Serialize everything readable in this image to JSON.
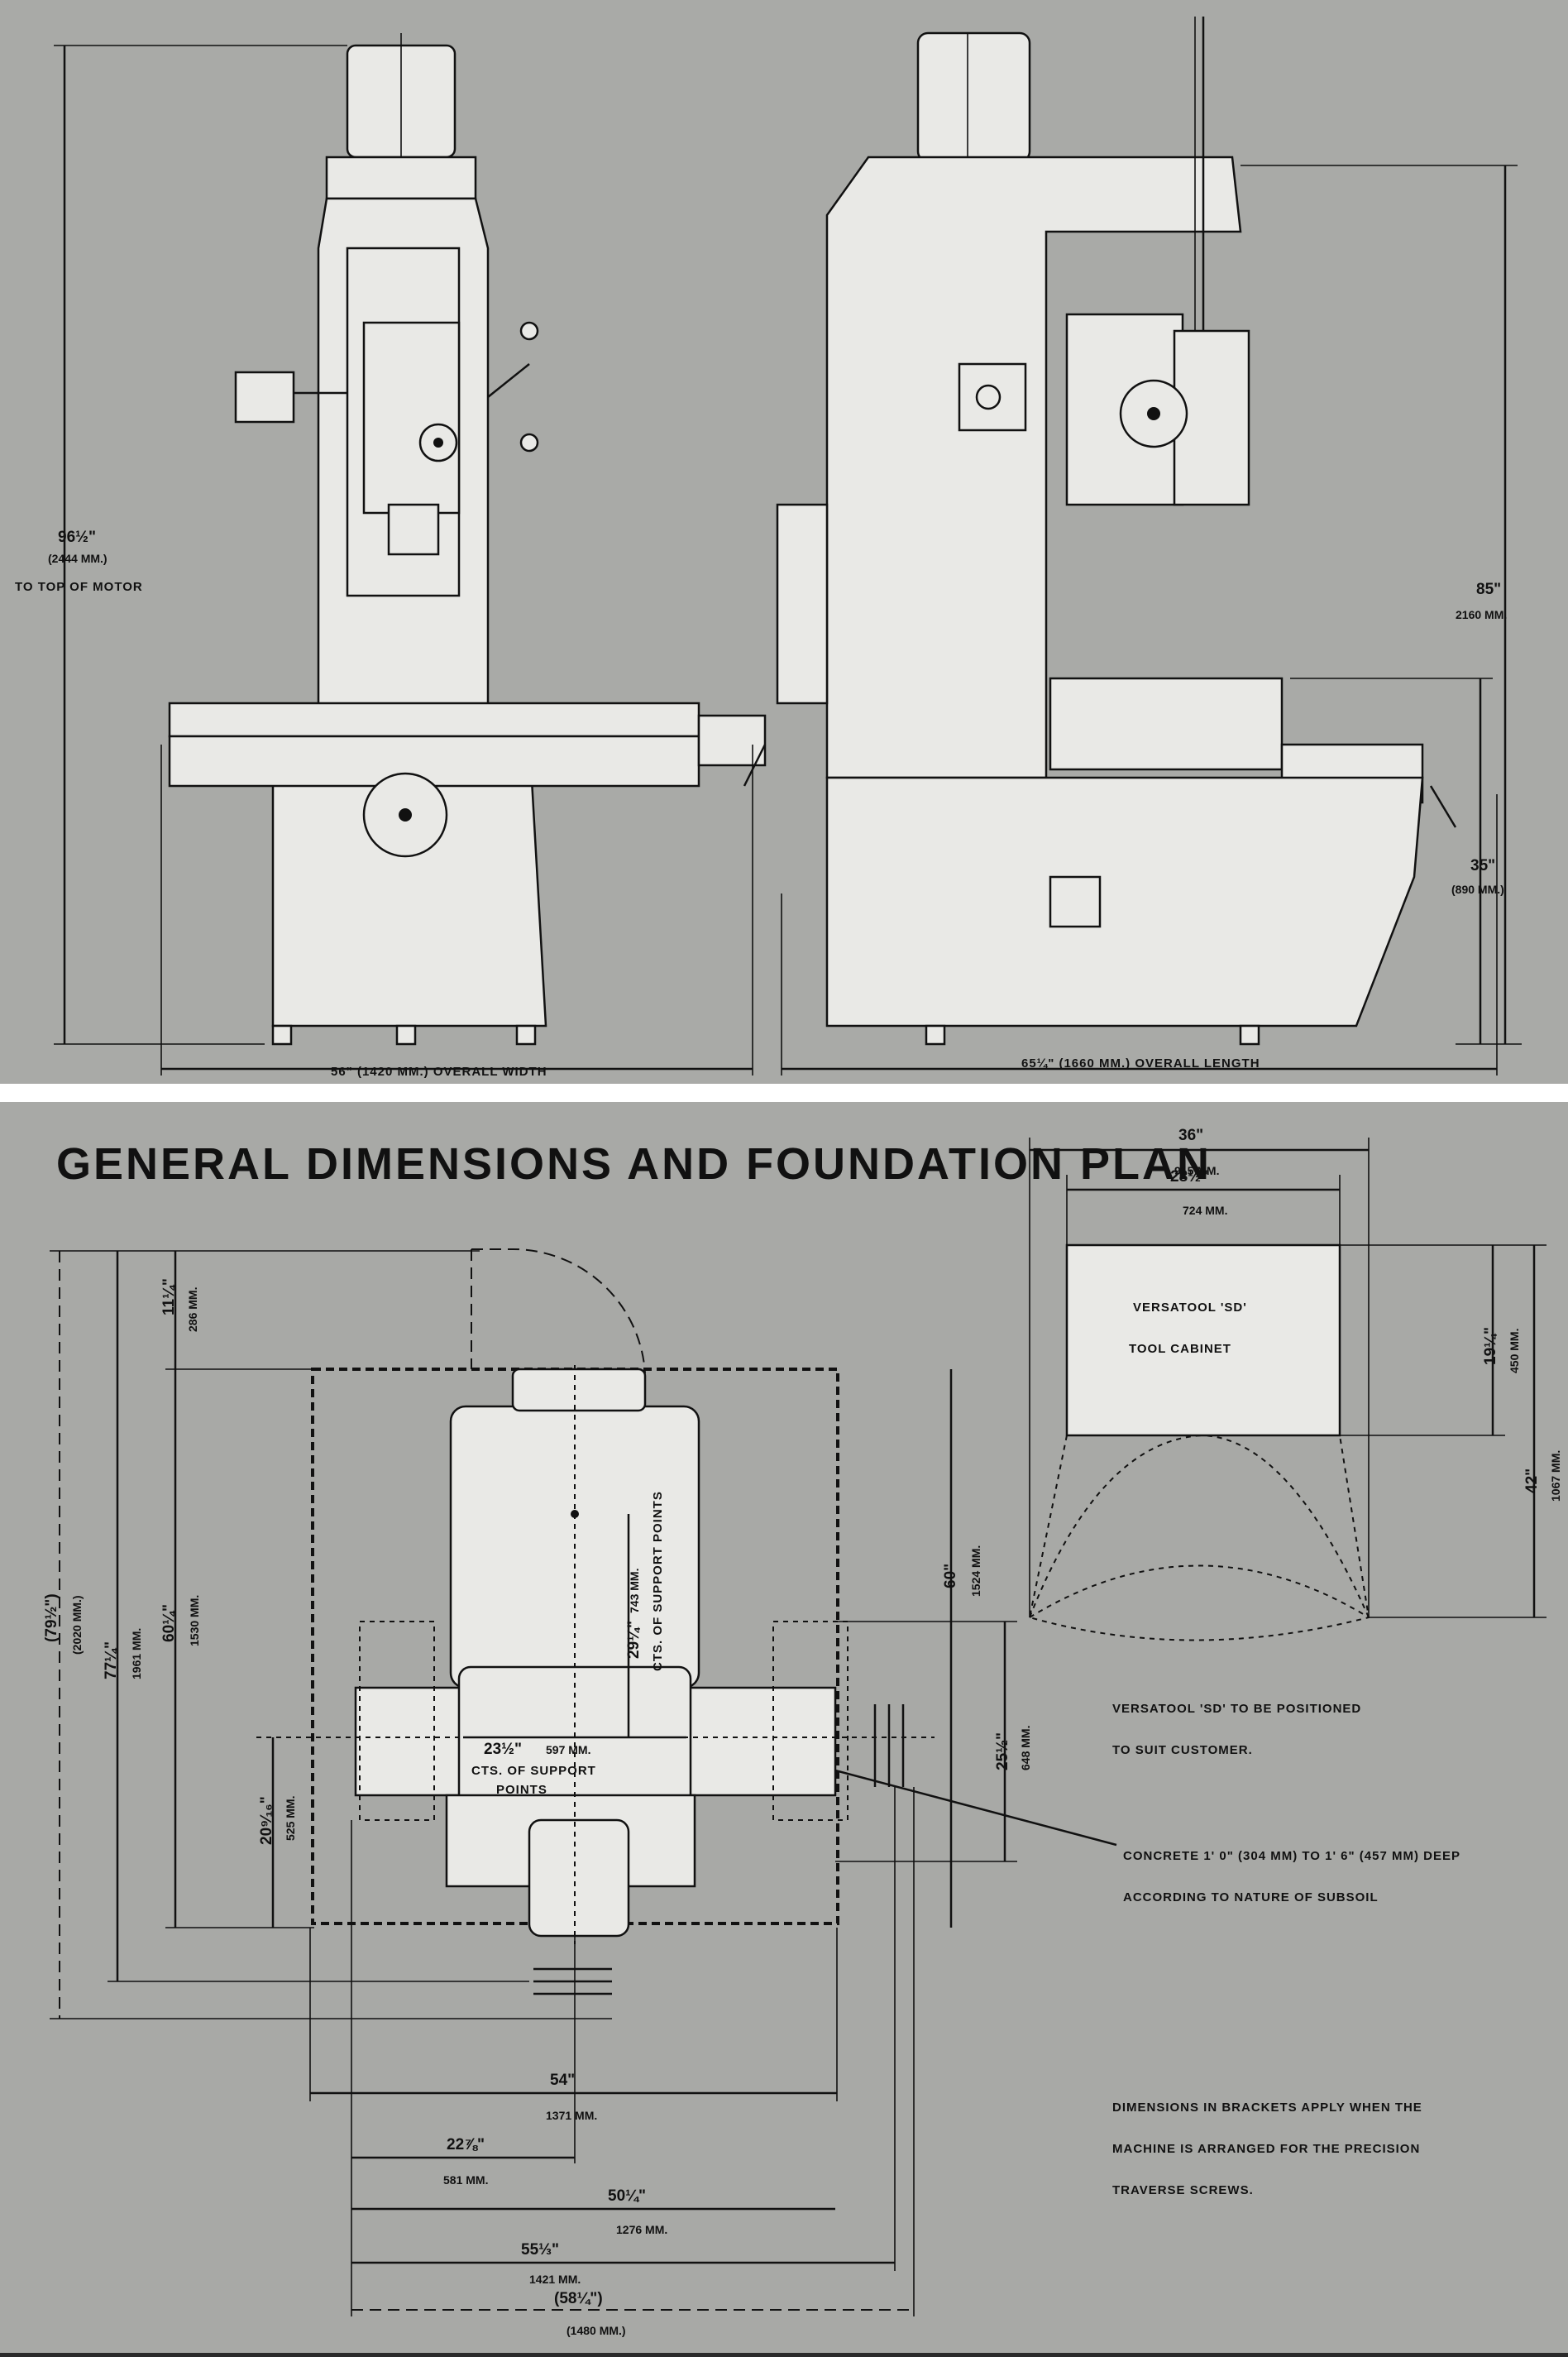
{
  "title": "GENERAL DIMENSIONS AND FOUNDATION PLAN",
  "elevation": {
    "height_in": "96½\"",
    "height_mm": "(2444 MM.)",
    "height_note": "TO TOP OF MOTOR",
    "spindle_in": "85\"",
    "spindle_mm": "2160 MM.",
    "table_in": "35\"",
    "table_mm": "(890 MM.)",
    "width_label": "56\" (1420 MM.) OVERALL WIDTH",
    "length_label": "65¼\" (1660 MM.) OVERALL LENGTH"
  },
  "plan": {
    "d1_in": "11¼\"",
    "d1_mm": "286 MM.",
    "d2_in": "(79½\")",
    "d2_mm": "(2020 MM.)",
    "d3_in": "77¼\"",
    "d3_mm": "1961 MM.",
    "d4_in": "60¼\"",
    "d4_mm": "1530 MM.",
    "d5_in": "29¼\"",
    "d5_mm": "743 MM.",
    "support_v": "CTS. OF SUPPORT POINTS",
    "d6_in": "23½\"",
    "d6_mm": "597 MM.",
    "support_h1": "CTS. OF SUPPORT",
    "support_h2": "POINTS",
    "d7_in": "20⁹⁄₁₆\"",
    "d7_mm": "525 MM.",
    "d8_in": "60\"",
    "d8_mm": "1524 MM.",
    "d9_in": "25½\"",
    "d9_mm": "648 MM.",
    "b1_in": "54\"",
    "b1_mm": "1371 MM.",
    "b2_in": "22⅞\"",
    "b2_mm": "581 MM.",
    "b3_in": "50¼\"",
    "b3_mm": "1276 MM.",
    "b4_in": "55⅓\"",
    "b4_mm": "1421 MM.",
    "b5_in": "(58¼\")",
    "b5_mm": "(1480 MM.)"
  },
  "cabinet": {
    "w1_in": "36\"",
    "w1_mm": "915 MM.",
    "w2_in": "28½\"",
    "w2_mm": "724 MM.",
    "name1": "VERSATOOL 'SD'",
    "name2": "TOOL CABINET",
    "h1_in": "19¼\"",
    "h1_mm": "450 MM.",
    "h2_in": "42\"",
    "h2_mm": "1067 MM."
  },
  "notes": {
    "position1": "VERSATOOL 'SD' TO BE POSITIONED",
    "position2": "TO SUIT CUSTOMER.",
    "concrete1": "CONCRETE 1' 0\" (304 MM) TO 1' 6\" (457 MM) DEEP",
    "concrete2": "ACCORDING TO NATURE OF SUBSOIL",
    "brackets1": "DIMENSIONS IN BRACKETS APPLY WHEN THE",
    "brackets2": "MACHINE IS ARRANGED FOR THE PRECISION",
    "brackets3": "TRAVERSE SCREWS."
  },
  "colors": {
    "paper": "#a9aaa7",
    "ink": "#111111",
    "machine": "#e9e9e6",
    "separator": "#ffffff"
  }
}
